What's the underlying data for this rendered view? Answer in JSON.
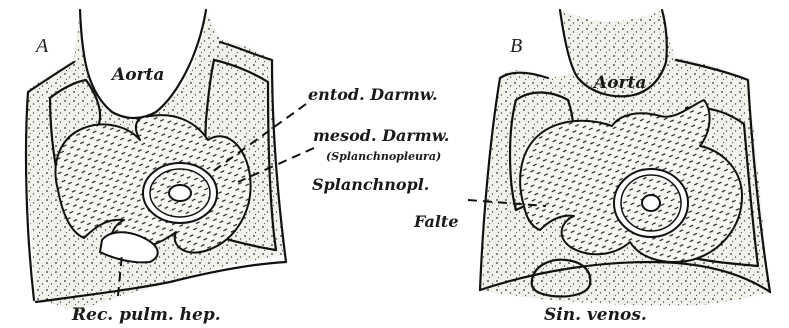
{
  "figure": {
    "panel_a": {
      "letter": "A",
      "aorta_label": "Aorta",
      "label_entod": "entod. Darmw.",
      "label_mesod": "mesod. Darmw.",
      "label_mesod_sub": "(Splanchnopleura)",
      "label_recess": "Rec. pulm. hep."
    },
    "panel_b": {
      "letter": "B",
      "aorta_label": "Aorta",
      "label_fold_line1": "Splanchnopl.",
      "label_fold_line2": "Falte",
      "label_sinus": "Sin. venos."
    }
  }
}
